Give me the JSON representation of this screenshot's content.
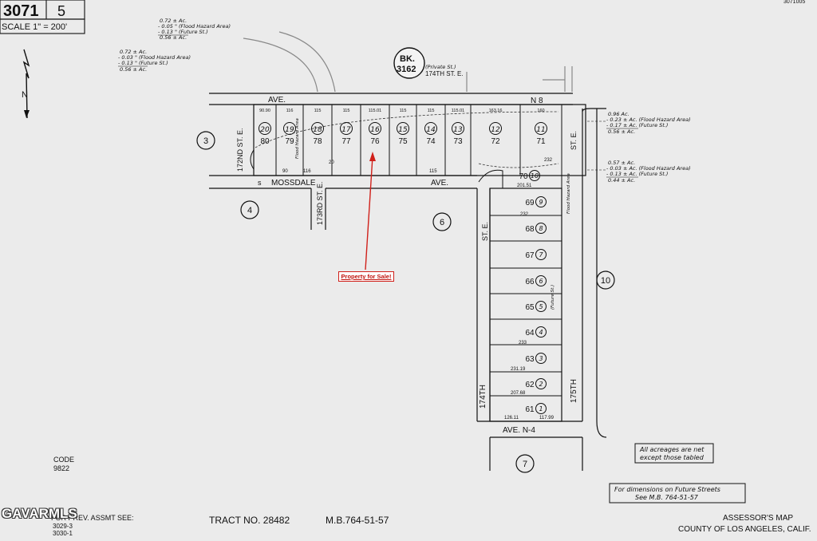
{
  "header": {
    "map_book": "3071",
    "page": "5",
    "scale": "SCALE 1\" = 200'",
    "corner_code": "3071005"
  },
  "north_arrow": {
    "label": "N"
  },
  "book_ref": {
    "label": "BK.",
    "number": "3162",
    "note": "(Private St.)",
    "street": "174TH ST. E."
  },
  "callout": {
    "label": "Property for Sale!"
  },
  "streets": {
    "ave_n8_left": "AVE.",
    "ave_n8_right": "N 8",
    "mossdale_prefix": "s",
    "mossdale": "MOSSDALE",
    "mossdale_suffix": "AVE.",
    "st_172nd": "172ND ST. E.",
    "st_173rd": "173RD ST. E.",
    "st_174th": "174TH",
    "st_174th_suffix": "ST. E.",
    "st_175th": "175TH",
    "st_175th_suffix": "ST. E.",
    "ave_n4": "AVE. N-4",
    "future_st": "(Future St.)"
  },
  "blocks": [
    "3",
    "4",
    "6",
    "7",
    "10"
  ],
  "top_lots": [
    {
      "parcel": "80",
      "lot": "20",
      "width": "90.90"
    },
    {
      "parcel": "79",
      "lot": "19",
      "width": "116"
    },
    {
      "parcel": "78",
      "lot": "18",
      "width": "115"
    },
    {
      "parcel": "77",
      "lot": "17",
      "width": "115"
    },
    {
      "parcel": "76",
      "lot": "16",
      "width": "115.01"
    },
    {
      "parcel": "75",
      "lot": "15",
      "width": "115"
    },
    {
      "parcel": "74",
      "lot": "14",
      "width": "115"
    },
    {
      "parcel": "73",
      "lot": "13",
      "width": "115.01"
    },
    {
      "parcel": "72",
      "lot": "12",
      "width": "163.16"
    },
    {
      "parcel": "71",
      "lot": "11",
      "width": "160"
    }
  ],
  "side_lots": [
    {
      "parcel": "70",
      "lot": "10"
    },
    {
      "parcel": "69",
      "lot": "9"
    },
    {
      "parcel": "68",
      "lot": "8"
    },
    {
      "parcel": "67",
      "lot": "7"
    },
    {
      "parcel": "66",
      "lot": "6"
    },
    {
      "parcel": "65",
      "lot": "5"
    },
    {
      "parcel": "64",
      "lot": "4"
    },
    {
      "parcel": "63",
      "lot": "3"
    },
    {
      "parcel": "62",
      "lot": "2"
    },
    {
      "parcel": "61",
      "lot": "1"
    }
  ],
  "acreage_notes": {
    "topleft_1": "0.72 ± Ac.",
    "topleft_2": "- 0.05 \" (Flood Hazard Area)",
    "topleft_3": "- 0.13 \" (Future St.)",
    "topleft_4": "0.56 ± Ac.",
    "left_1": "0.72 ± Ac.",
    "left_2": "- 0.03 \" (Flood Hazard Area)",
    "left_3": "- 0.13 \" (Future St.)",
    "left_4": "0.56 ± Ac.",
    "right1_1": "0.96 Ac.",
    "right1_2": "- 0.23 ± Ac. (Flood Hazard Area)",
    "right1_3": "- 0.17 ± Ac. (Future St.)",
    "right1_4": "0.56 ± Ac.",
    "right2_1": "0.57 ± Ac.",
    "right2_2": "- 0.03 ± Ac. (Flood Hazard Area)",
    "right2_3": "- 0.13 ± Ac. (Future St.)",
    "right2_4": "0.44 ± Ac.",
    "flood_label": "Flood Hazard Area",
    "flood_area_right": "Flood Hazard Area"
  },
  "dimensions": {
    "d_232": "232",
    "d_233": "233",
    "d_201": "201.51",
    "d_90": "90",
    "d_115": "115",
    "d_116": "116",
    "d_20": "20",
    "d_126": "126.11",
    "d_117": "117.99",
    "d_207": "207.68",
    "d_231": "231.19"
  },
  "footnotes": {
    "acreage": [
      "All acreages are net",
      "except those tabled"
    ],
    "dimensions": [
      "For dimensions on Future Streets",
      "See M.B. 764-51-57"
    ]
  },
  "footer": {
    "code_label": "CODE",
    "code": "9822",
    "prev_assmt": "FOR PREV. ASSMT SEE:",
    "prev_refs": [
      "3029-3",
      "3030-1"
    ],
    "tract": "TRACT  NO. 28482",
    "mb": "M.B.764-51-57",
    "assessor_1": "ASSESSOR'S MAP",
    "assessor_2": "COUNTY OF LOS ANGELES, CALIF."
  },
  "watermark": "GAVARMLS"
}
